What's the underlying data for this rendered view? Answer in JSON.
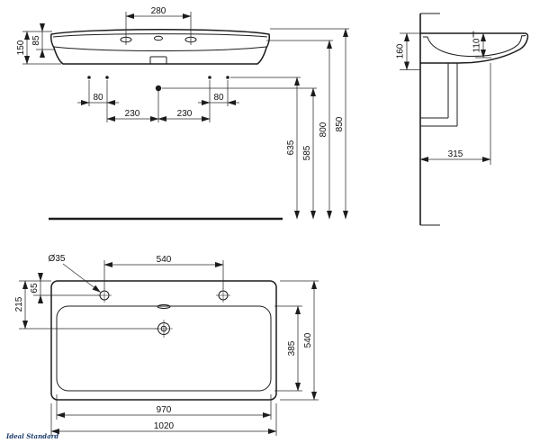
{
  "meta": {
    "brand": "Ideal Standard"
  },
  "front_view": {
    "dim_280": "280",
    "dim_150": "150",
    "dim_85": "85",
    "dim_80_left": "80",
    "dim_80_right": "80",
    "dim_230_left": "230",
    "dim_230_right": "230",
    "dim_635": "635",
    "dim_585": "585",
    "dim_800": "800",
    "dim_850": "850"
  },
  "side_view": {
    "dim_160": "160",
    "dim_110": "110",
    "dim_315": "315"
  },
  "plan_view": {
    "dim_hole_diameter": "Ø35",
    "dim_540_top": "540",
    "dim_65": "65",
    "dim_215": "215",
    "dim_385": "385",
    "dim_540_right": "540",
    "dim_970": "970",
    "dim_1020": "1020"
  }
}
